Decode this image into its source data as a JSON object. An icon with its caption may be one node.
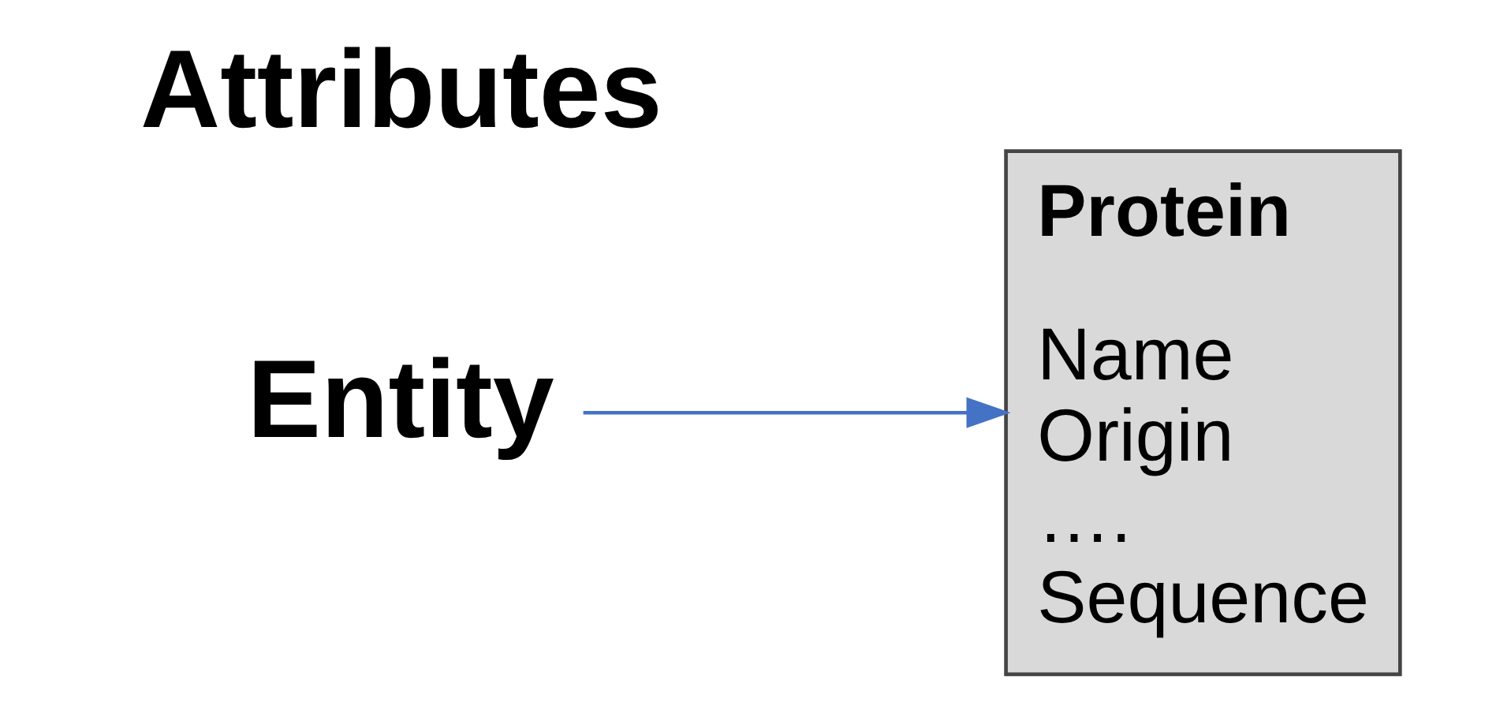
{
  "diagram": {
    "nodes": [
      {
        "text": [
          "Entity"
        ]
      },
      {
        "text": [
          "Protein",
          "Name",
          "Origin",
          "….",
          "Sequence"
        ]
      }
    ],
    "edges": [
      {
        "from": 0,
        "to": 1,
        "arrow": "to",
        "color": "#4472c4"
      }
    ],
    "labels": [
      "Attributes"
    ]
  }
}
